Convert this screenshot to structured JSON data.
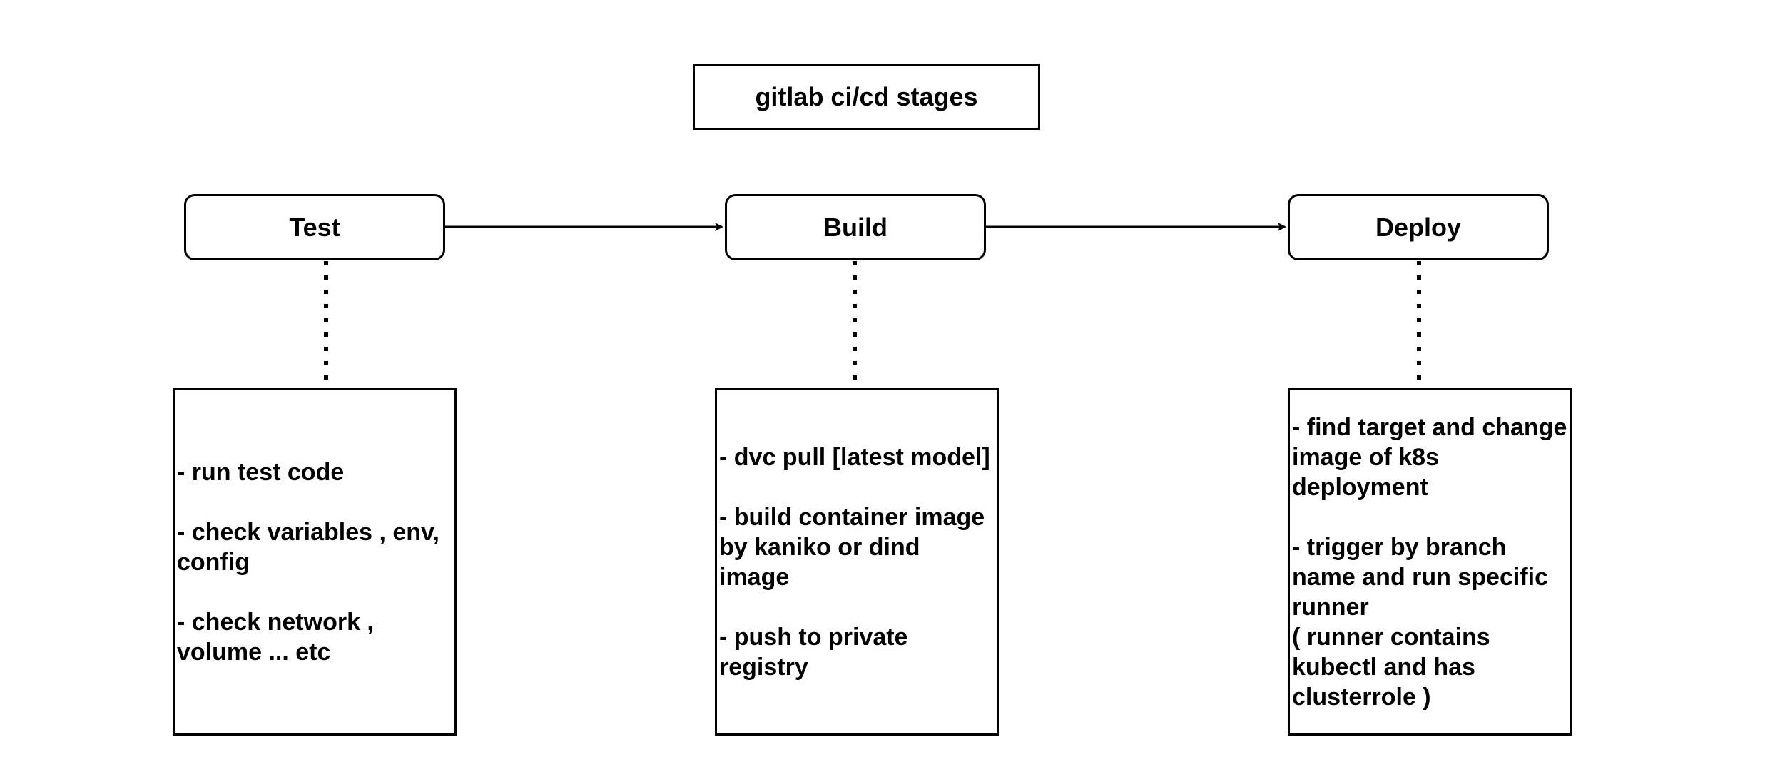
{
  "title": "gitlab ci/cd stages",
  "stages": [
    {
      "label": "Test",
      "details": [
        "- run test code",
        "- check variables , env, config",
        "- check network , volume ... etc"
      ]
    },
    {
      "label": "Build",
      "details": [
        "- dvc pull [latest model]",
        "- build container image by kaniko or dind image",
        "- push to private registry"
      ]
    },
    {
      "label": "Deploy",
      "details": [
        "- find target and change image of k8s deployment",
        "- trigger by branch name and run specific runner"
      ],
      "note": "( runner contains kubectl and has clusterrole  )"
    }
  ]
}
